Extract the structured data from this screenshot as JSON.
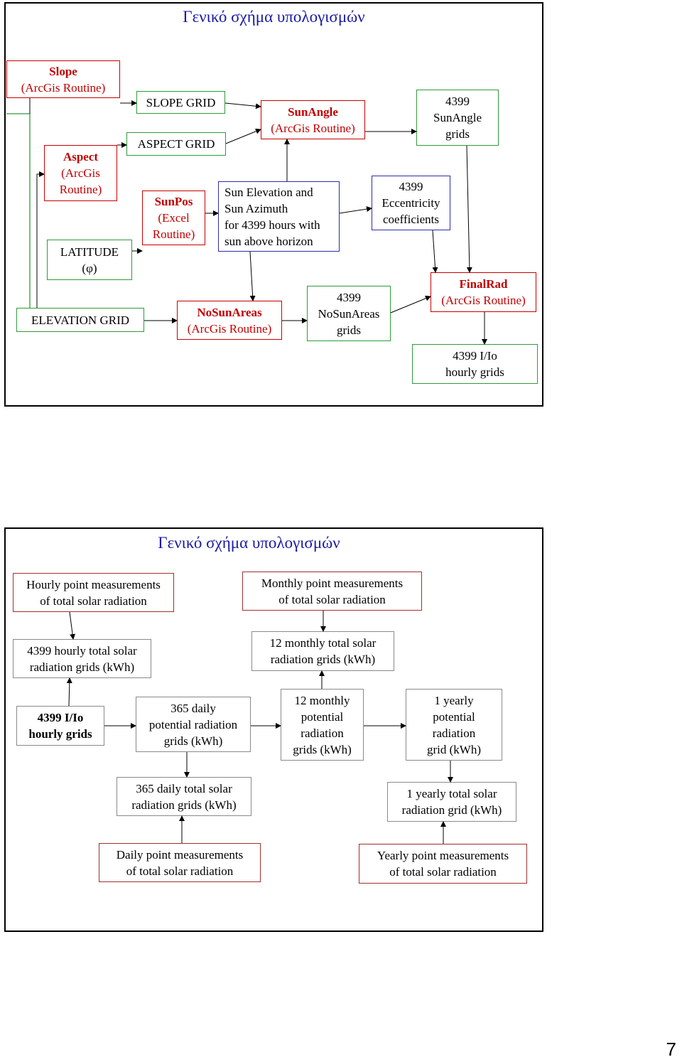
{
  "slide1": {
    "title": "Γενικό σχήμα υπολογισμών",
    "slope": {
      "name": "Slope",
      "routine": "(ArcGis Routine)"
    },
    "aspect": {
      "name": "Aspect",
      "routine1": "(ArcGis",
      "routine2": "Routine)"
    },
    "latitude": {
      "line1": "LATITUDE",
      "line2": "(φ)"
    },
    "elevation": "ELEVATION GRID",
    "slope_grid": "SLOPE GRID",
    "aspect_grid": "ASPECT GRID",
    "sunpos": {
      "name": "SunPos",
      "routine1": "(Excel",
      "routine2": "Routine)"
    },
    "sunangle": {
      "name": "SunAngle",
      "routine": "(ArcGis Routine)"
    },
    "sun_elev": [
      "Sun Elevation and",
      "Sun Azimuth",
      "for 4399 hours with",
      "sun above horizon"
    ],
    "nosunareas": {
      "name": "NoSunAreas",
      "routine": "(ArcGis Routine)"
    },
    "nosun_grids": [
      "4399",
      "NoSunAreas",
      "grids"
    ],
    "eccentricity": [
      "4399",
      "Eccentricity",
      "coefficients"
    ],
    "sunangle_grids": [
      "4399",
      "SunAngle",
      "grids"
    ],
    "finalrad": {
      "name": "FinalRad",
      "routine": "(ArcGis Routine)"
    },
    "io_grids": [
      "4399 I/Io",
      "hourly grids"
    ]
  },
  "slide2": {
    "title": "Γενικό σχήμα υπολογισμών",
    "hourly_meas": [
      "Hourly point measurements",
      "of  total solar radiation"
    ],
    "monthly_meas": [
      "Monthly point measurements",
      "of total solar radiation"
    ],
    "hourly_total": [
      "4399 hourly total solar",
      "radiation grids (kWh)"
    ],
    "monthly_total": [
      "12 monthly total solar",
      "radiation grids (kWh)"
    ],
    "io_grids": [
      "4399 I/Io",
      "hourly grids"
    ],
    "daily_potential": [
      "365 daily",
      "potential radiation",
      "grids (kWh)"
    ],
    "monthly_potential": [
      "12 monthly",
      "potential",
      "radiation",
      "grids (kWh)"
    ],
    "yearly_potential": [
      "1 yearly",
      "potential",
      "radiation",
      "grid (kWh)"
    ],
    "daily_total": [
      "365 daily total solar",
      "radiation grids (kWh)"
    ],
    "yearly_total": [
      "1 yearly total solar",
      "radiation grid (kWh)"
    ],
    "daily_meas": [
      "Daily point measurements",
      "of  total solar radiation"
    ],
    "yearly_meas": [
      "Yearly point measurements",
      "of total solar radiation"
    ]
  },
  "page_number": "7"
}
